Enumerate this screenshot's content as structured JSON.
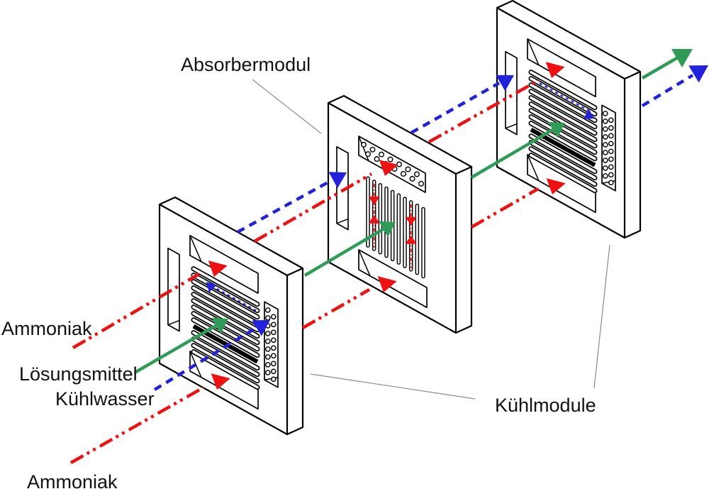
{
  "diagram": {
    "labels": {
      "absorber": "Absorbermodul",
      "cooling": "Kühlmodule",
      "ammonia_top": "Ammoniak",
      "solvent": "Lösungsmittel",
      "cooling_water": "Kühlwasser",
      "ammonia_bottom": "Ammoniak"
    },
    "flows": [
      {
        "name": "Ammoniak",
        "color": "#ee1111",
        "style": "dash-dot-dot"
      },
      {
        "name": "Lösungsmittel",
        "color": "#2e9b57",
        "style": "solid"
      },
      {
        "name": "Kühlwasser",
        "color": "#2222dd",
        "style": "dashed"
      }
    ],
    "modules": [
      {
        "id": "cooling-module-1",
        "type": "cooling",
        "label": "Kühlmodule"
      },
      {
        "id": "absorber-module",
        "type": "absorber",
        "label": "Absorbermodul"
      },
      {
        "id": "cooling-module-2",
        "type": "cooling",
        "label": "Kühlmodule"
      }
    ],
    "colors": {
      "outline": "#000000",
      "leader": "#8c8c8c",
      "text": "#111111",
      "background": "#ffffff"
    }
  }
}
